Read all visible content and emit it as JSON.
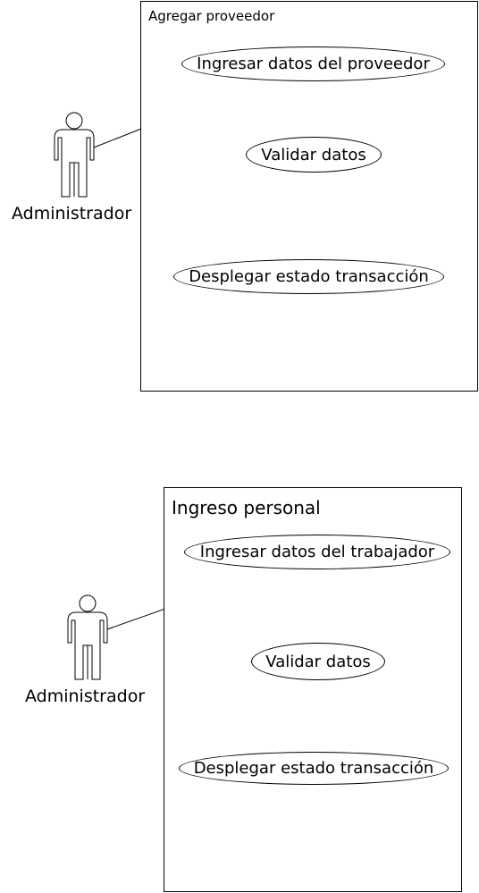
{
  "diagrams": [
    {
      "system_title": "Agregar proveedor",
      "actor": "Administrador",
      "use_cases": [
        "Ingresar datos del proveedor",
        "Validar datos",
        "Desplegar estado transacción"
      ]
    },
    {
      "system_title": "Ingreso personal",
      "actor": "Administrador",
      "use_cases": [
        "Ingresar datos del trabajador",
        "Validar datos",
        "Desplegar estado transacción"
      ]
    }
  ]
}
